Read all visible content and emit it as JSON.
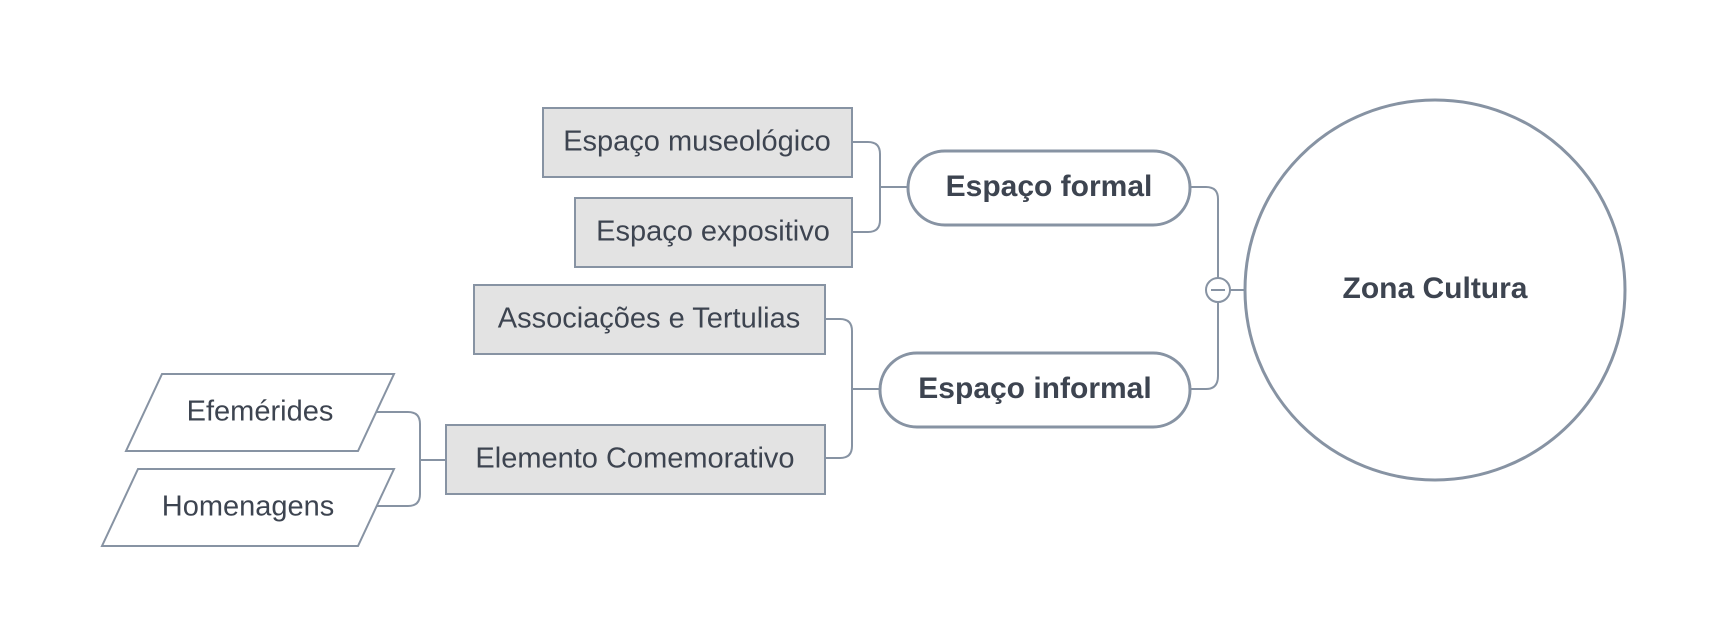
{
  "diagram": {
    "root": {
      "label": "Zona Cultura"
    },
    "branches": {
      "formal": {
        "label": "Espaço formal",
        "children": [
          "Espaço museológico",
          "Espaço expositivo"
        ]
      },
      "informal": {
        "label": "Espaço informal",
        "children": [
          "Associações e Tertulias",
          "Elemento Comemorativo"
        ],
        "grandchildren": [
          "Efemérides",
          "Homenagens"
        ]
      }
    },
    "colors": {
      "stroke": "#8793a3",
      "root_fill": "#ffffff",
      "main_fill": "#ffffff",
      "sub_fill": "#e3e3e3",
      "leaf_fill": "#ffffff",
      "text": "#3d4450"
    },
    "collapse_control": {
      "icon": "minus-circle-icon",
      "state": "expanded"
    }
  }
}
